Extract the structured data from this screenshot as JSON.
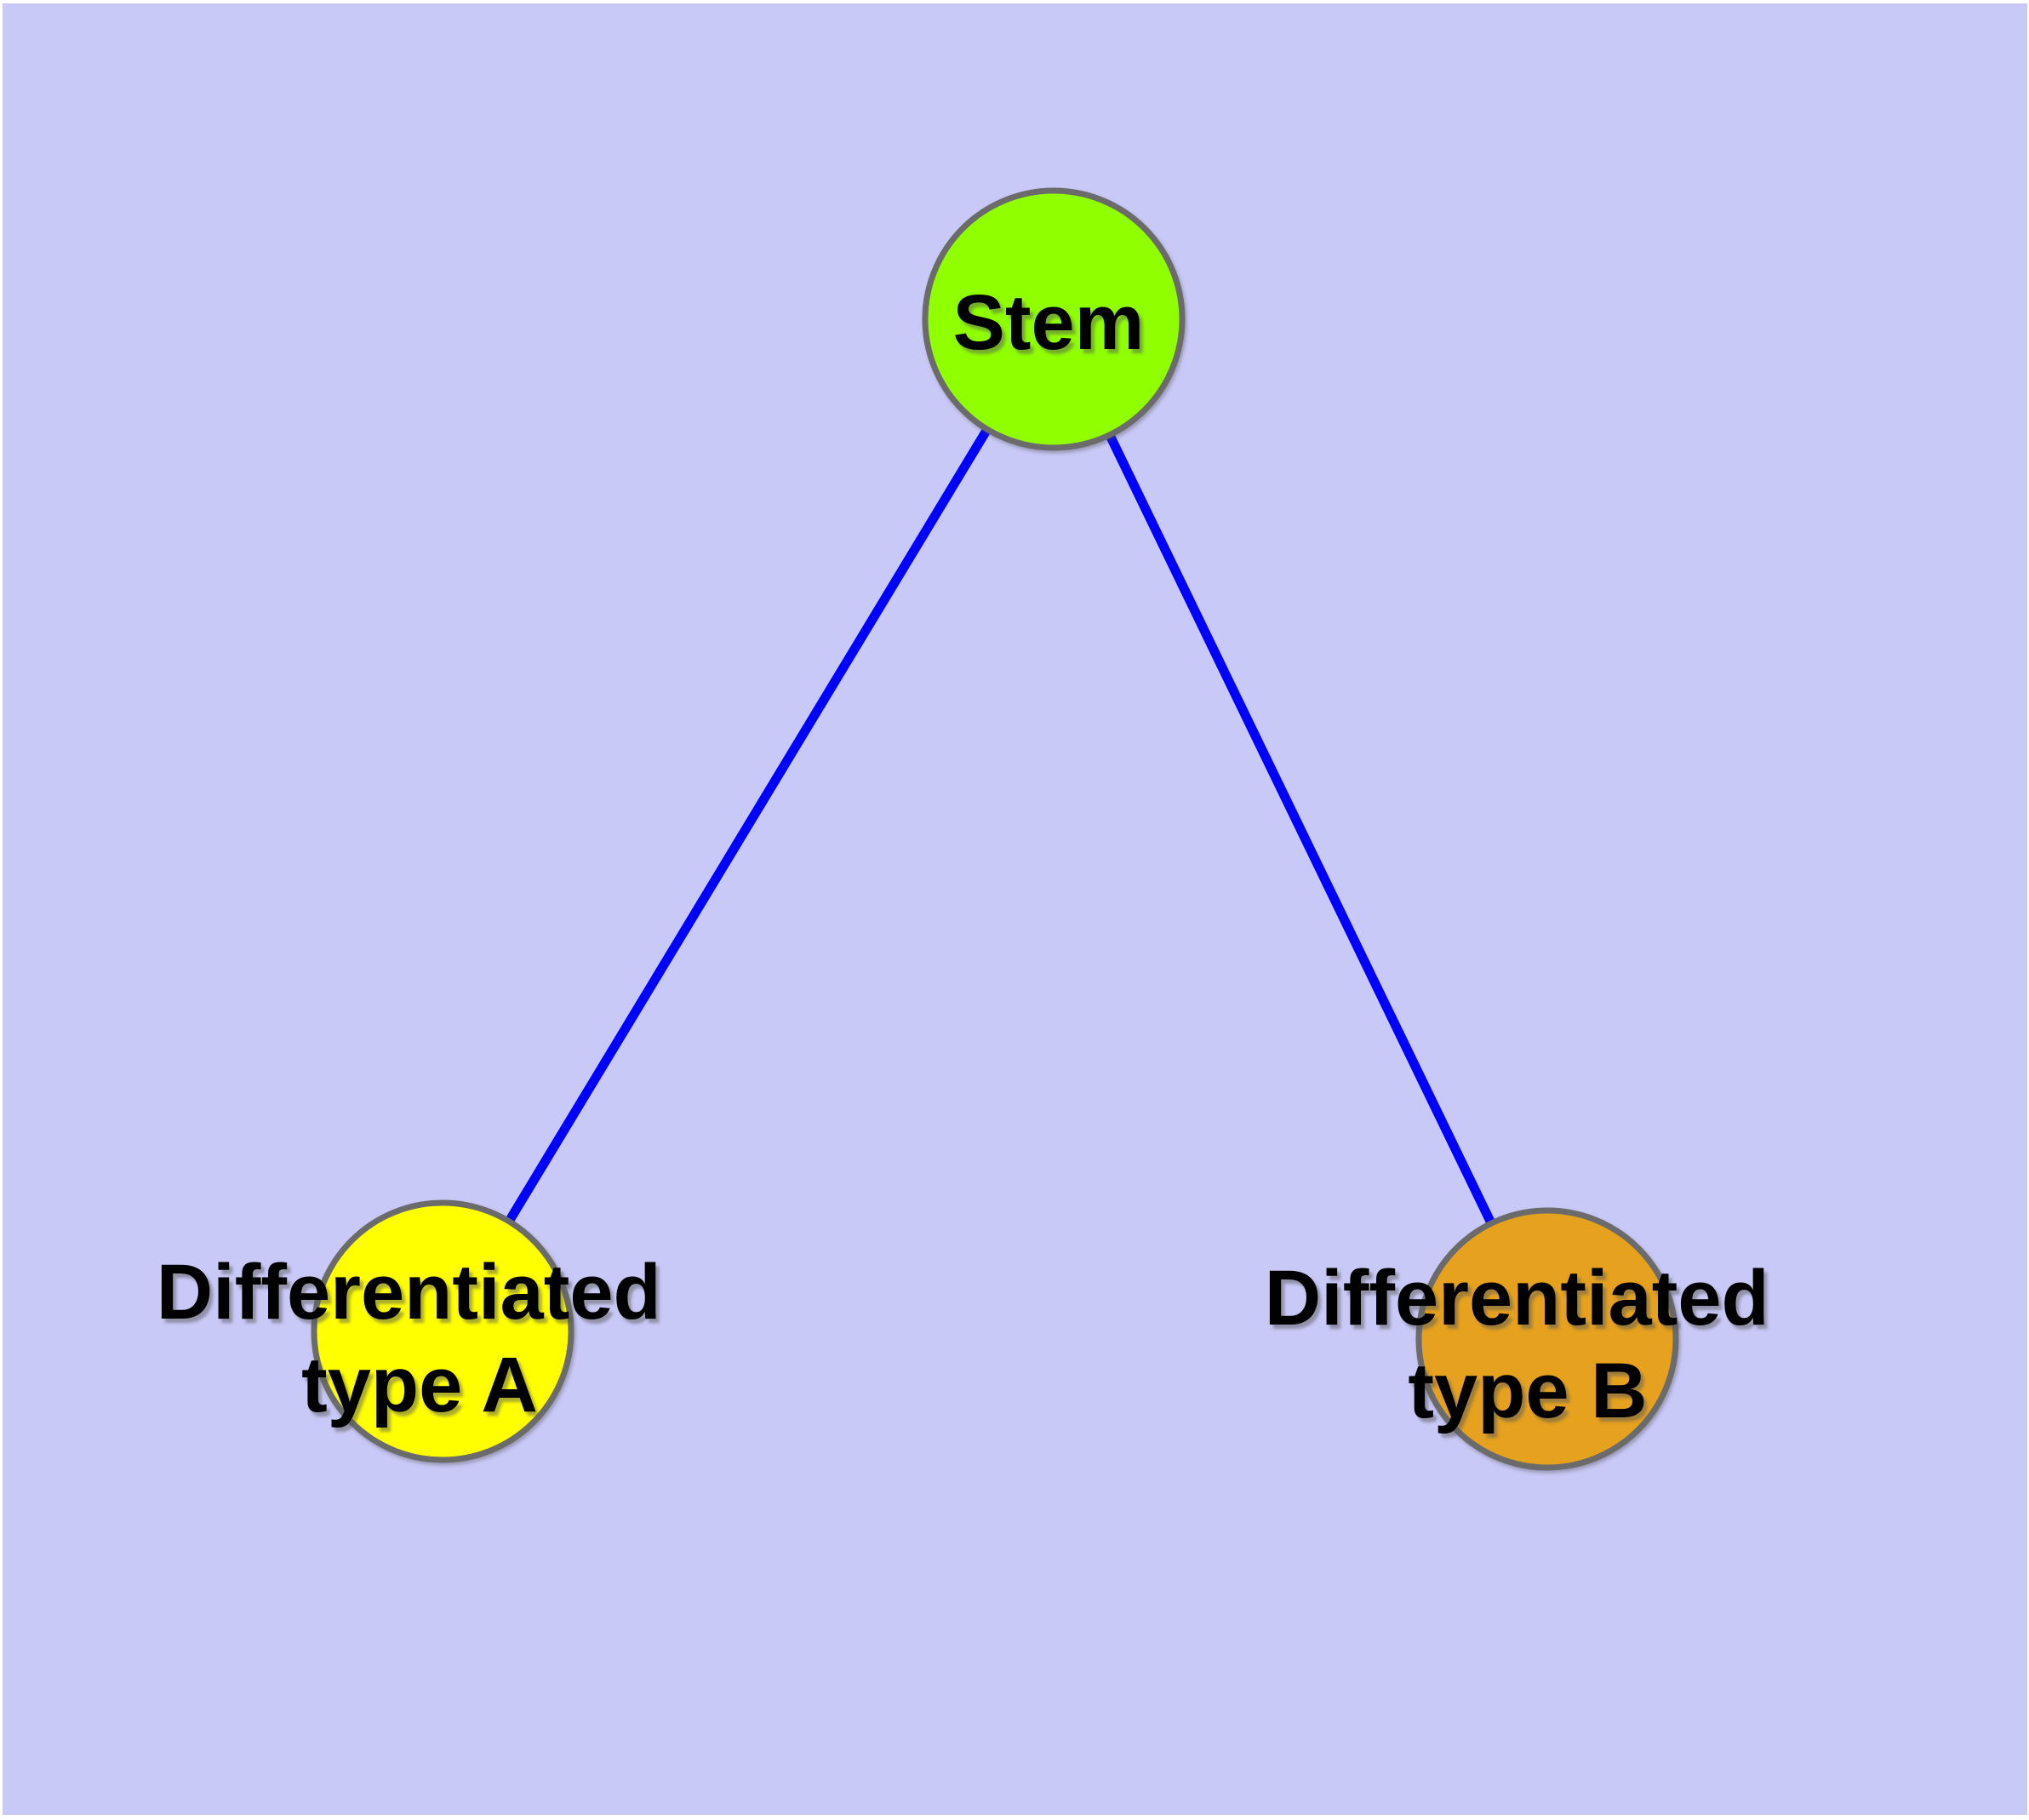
{
  "diagram": {
    "type": "graph",
    "description": "Cell differentiation graph: one stem node linked to two differentiated cell type nodes",
    "background_color": "#C9C9F8",
    "page_margin_color": "#FFFFFF",
    "edge_color": "#0000FF",
    "node_border_color": "#6B6B6B",
    "label_color": "#000000",
    "nodes": [
      {
        "id": "stem",
        "label": "Stem",
        "label_lines": [
          "Stem"
        ],
        "color": "#90FF00"
      },
      {
        "id": "differentiated-type-a",
        "label": "Differentiated type A",
        "label_lines": [
          "Differentiated",
          "type A"
        ],
        "color": "#FFFF00"
      },
      {
        "id": "differentiated-type-b",
        "label": "Differentiated type B",
        "label_lines": [
          "Differentiated",
          "type B"
        ],
        "color": "#E6A21E"
      }
    ],
    "edges": [
      {
        "from": "Stem",
        "to": "Differentiated type A"
      },
      {
        "from": "Stem",
        "to": "Differentiated type B"
      }
    ]
  }
}
